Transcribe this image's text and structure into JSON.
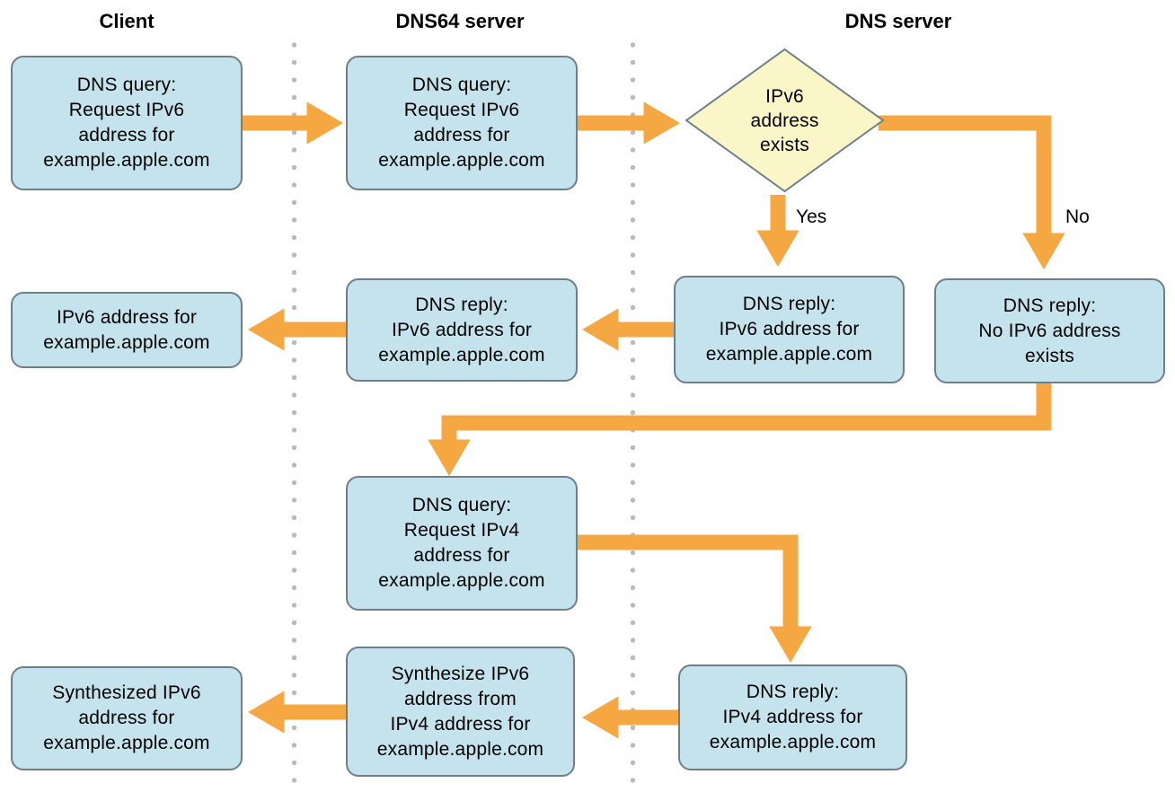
{
  "columns": [
    {
      "label": "Client"
    },
    {
      "label": "DNS64 server"
    },
    {
      "label": "DNS server"
    }
  ],
  "colors": {
    "orange": "#F5A742",
    "node-fill": "#C5E3ED",
    "node-border": "#6F7F8A",
    "decision-fill": "#FAF6C8",
    "dot": "#BBBBBB",
    "text": "#000000"
  },
  "nodes": {
    "client_query": {
      "text": "DNS query:\nRequest IPv6\naddress for\nexample.apple.com"
    },
    "dns64_query": {
      "text": "DNS query:\nRequest IPv6\naddress for\nexample.apple.com"
    },
    "decision": {
      "text": "IPv6\naddress\nexists"
    },
    "dns_reply_v6": {
      "text": "DNS reply:\nIPv6 address for\nexample.apple.com"
    },
    "dns_no_reply": {
      "text": "DNS reply:\nNo IPv6 address\nexists"
    },
    "dns64_reply_v6": {
      "text": "DNS reply:\nIPv6 address for\nexample.apple.com"
    },
    "client_v6": {
      "text": "IPv6 address for\nexample.apple.com"
    },
    "dns64_query_v4": {
      "text": "DNS query:\nRequest IPv4\naddress for\nexample.apple.com"
    },
    "dns_reply_v4": {
      "text": "DNS reply:\nIPv4 address for\nexample.apple.com"
    },
    "dns64_synth": {
      "text": "Synthesize IPv6\naddress from\nIPv4 address for\nexample.apple.com"
    },
    "client_synth": {
      "text": "Synthesized IPv6\naddress for\nexample.apple.com"
    }
  },
  "edge_labels": {
    "yes": "Yes",
    "no": "No"
  }
}
